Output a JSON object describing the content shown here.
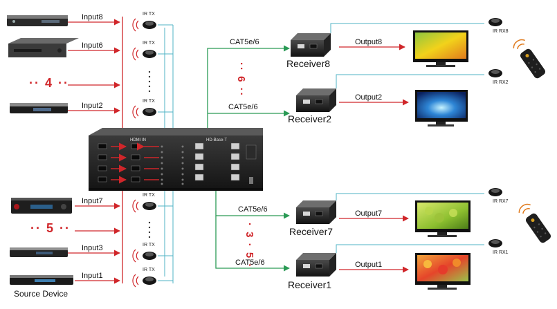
{
  "inputs": [
    {
      "label": "Input8",
      "ir": "IR TX"
    },
    {
      "label": "Input6",
      "ir": "IR TX"
    },
    {
      "label": "Input2",
      "ir": "IR TX"
    },
    {
      "label": "Input7",
      "ir": "IR TX"
    },
    {
      "label": "Input3",
      "ir": "IR TX"
    },
    {
      "label": "Input1",
      "ir": "IR TX"
    }
  ],
  "groups": {
    "top_count": "4",
    "bottom_count": "5",
    "top_right_count": "6",
    "bottom_right_count": "3"
  },
  "source_label": "Source Device",
  "matrix": {
    "hdmi_label": "HDMI IN",
    "hdbaset_label": "HD-Base-T"
  },
  "cable": "CAT5e/6",
  "receivers": [
    {
      "name": "Receiver8",
      "output": "Output8",
      "ir": "IR RX8"
    },
    {
      "name": "Receiver2",
      "output": "Output2",
      "ir": "IR RX2"
    },
    {
      "name": "Receiver7",
      "output": "Output7",
      "ir": "IR RX7"
    },
    {
      "name": "Receiver1",
      "output": "Output1",
      "ir": "IR RX1"
    }
  ],
  "colors": {
    "red": "#d0262a",
    "green": "#2a9a55",
    "teal": "#4fb3c4",
    "dark": "#1b1b1b"
  }
}
